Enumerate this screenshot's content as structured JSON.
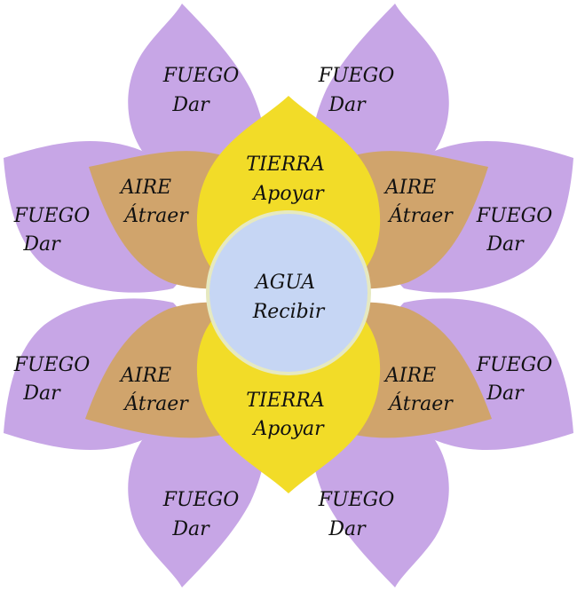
{
  "colors": {
    "fuego": "#c7a6e6",
    "aire": "#d0a46c",
    "tierra": "#f2dc28",
    "agua": "#c6d6f4",
    "agua_ring": "#e6e9c0",
    "text": "#111111"
  },
  "petals": {
    "fuego_top_left": [
      "FUEGO",
      "Dar"
    ],
    "fuego_top_right": [
      "FUEGO",
      "Dar"
    ],
    "fuego_upper_left": [
      "FUEGO",
      "Dar"
    ],
    "fuego_upper_right": [
      "FUEGO",
      "Dar"
    ],
    "fuego_lower_left": [
      "FUEGO",
      "Dar"
    ],
    "fuego_lower_right": [
      "FUEGO",
      "Dar"
    ],
    "fuego_bottom_left": [
      "FUEGO",
      "Dar"
    ],
    "fuego_bottom_right": [
      "FUEGO",
      "Dar"
    ],
    "aire_upper_left": [
      "AIRE",
      "Átraer"
    ],
    "aire_upper_right": [
      "AIRE",
      "Átraer"
    ],
    "aire_lower_left": [
      "AIRE",
      "Átraer"
    ],
    "aire_lower_right": [
      "AIRE",
      "Átraer"
    ],
    "tierra_top": [
      "TIERRA",
      "Apoyar"
    ],
    "tierra_bottom": [
      "TIERRA",
      "Apoyar"
    ],
    "agua_center": [
      "AGUA",
      "Recibir"
    ]
  }
}
